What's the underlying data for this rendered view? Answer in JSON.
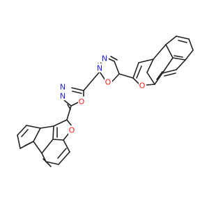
{
  "molecule": {
    "atoms": {
      "n_upper_1": {
        "symbol": "N",
        "color": "#2020ff"
      },
      "n_upper_2": {
        "symbol": "N",
        "color": "#2020ff"
      },
      "o_upper_oxadiazole": {
        "symbol": "O",
        "color": "#ff2020"
      },
      "o_upper_furan": {
        "symbol": "O",
        "color": "#ff2020"
      },
      "n_lower_1": {
        "symbol": "N",
        "color": "#2020ff"
      },
      "n_lower_2": {
        "symbol": "N",
        "color": "#2020ff"
      },
      "o_lower_oxadiazole": {
        "symbol": "O",
        "color": "#ff2020"
      },
      "o_lower_furan": {
        "symbol": "O",
        "color": "#ff2020"
      }
    },
    "bond_color": "#222222"
  }
}
